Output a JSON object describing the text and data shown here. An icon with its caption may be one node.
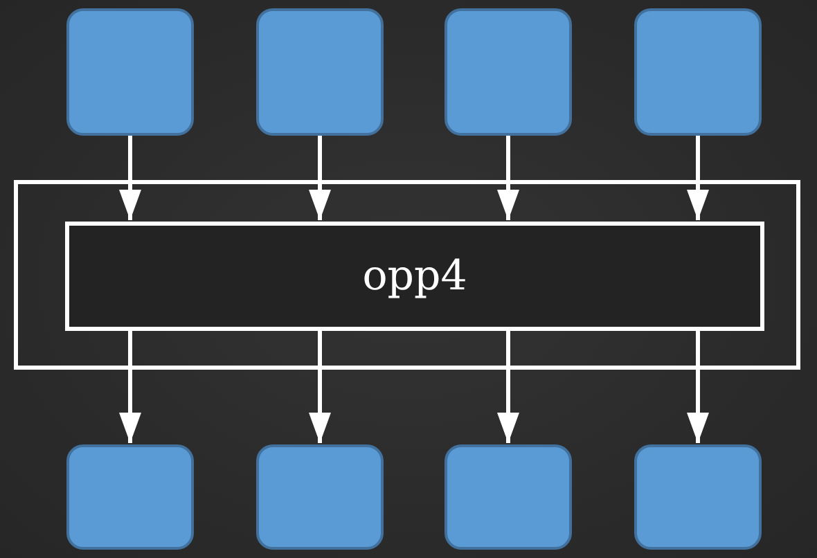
{
  "diagram": {
    "nodes": [
      {
        "text": [],
        "shape": "box"
      },
      {
        "text": [],
        "shape": "box"
      },
      {
        "text": [],
        "shape": "box"
      },
      {
        "text": [],
        "shape": "box"
      },
      {
        "text": [],
        "shape": "box"
      },
      {
        "text": [
          "opp4"
        ],
        "in": 4
      },
      {
        "text": [],
        "shape": "box"
      },
      {
        "text": [],
        "shape": "box"
      },
      {
        "text": [],
        "shape": "box"
      },
      {
        "text": [],
        "shape": "box"
      }
    ],
    "edges": [
      {
        "from": 0,
        "to": 5,
        "arrow": "to"
      },
      {
        "from": 1,
        "to": 5,
        "arrow": "to"
      },
      {
        "from": 2,
        "to": 5,
        "arrow": "to"
      },
      {
        "from": 3,
        "to": 5,
        "arrow": "to"
      },
      {
        "from": 5,
        "to": 6,
        "arrow": "to"
      },
      {
        "from": 5,
        "to": 7,
        "arrow": "to"
      },
      {
        "from": 5,
        "to": 8,
        "arrow": "to"
      },
      {
        "from": 5,
        "to": 9,
        "arrow": "to"
      }
    ]
  }
}
